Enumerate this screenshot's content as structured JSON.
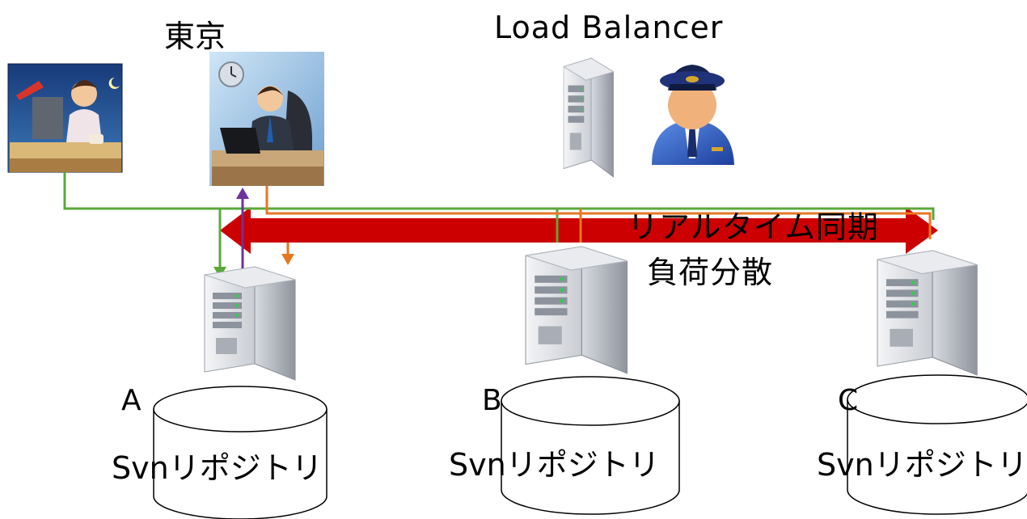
{
  "labels": {
    "tokyo": "東京",
    "load_balancer": "Load Balancer",
    "realtime_sync": "リアルタイム同期",
    "load_distribution": "負荷分散"
  },
  "nodes": [
    {
      "letter": "A",
      "repo": "Svnリポジトリ"
    },
    {
      "letter": "B",
      "repo": "Svnリポジトリ"
    },
    {
      "letter": "C",
      "repo": "Svnリポジトリ"
    }
  ],
  "colors": {
    "sync_arrow": "#cc0000",
    "green_line": "#5aa83a",
    "orange_line": "#e87722",
    "purple_line": "#7030a0"
  }
}
